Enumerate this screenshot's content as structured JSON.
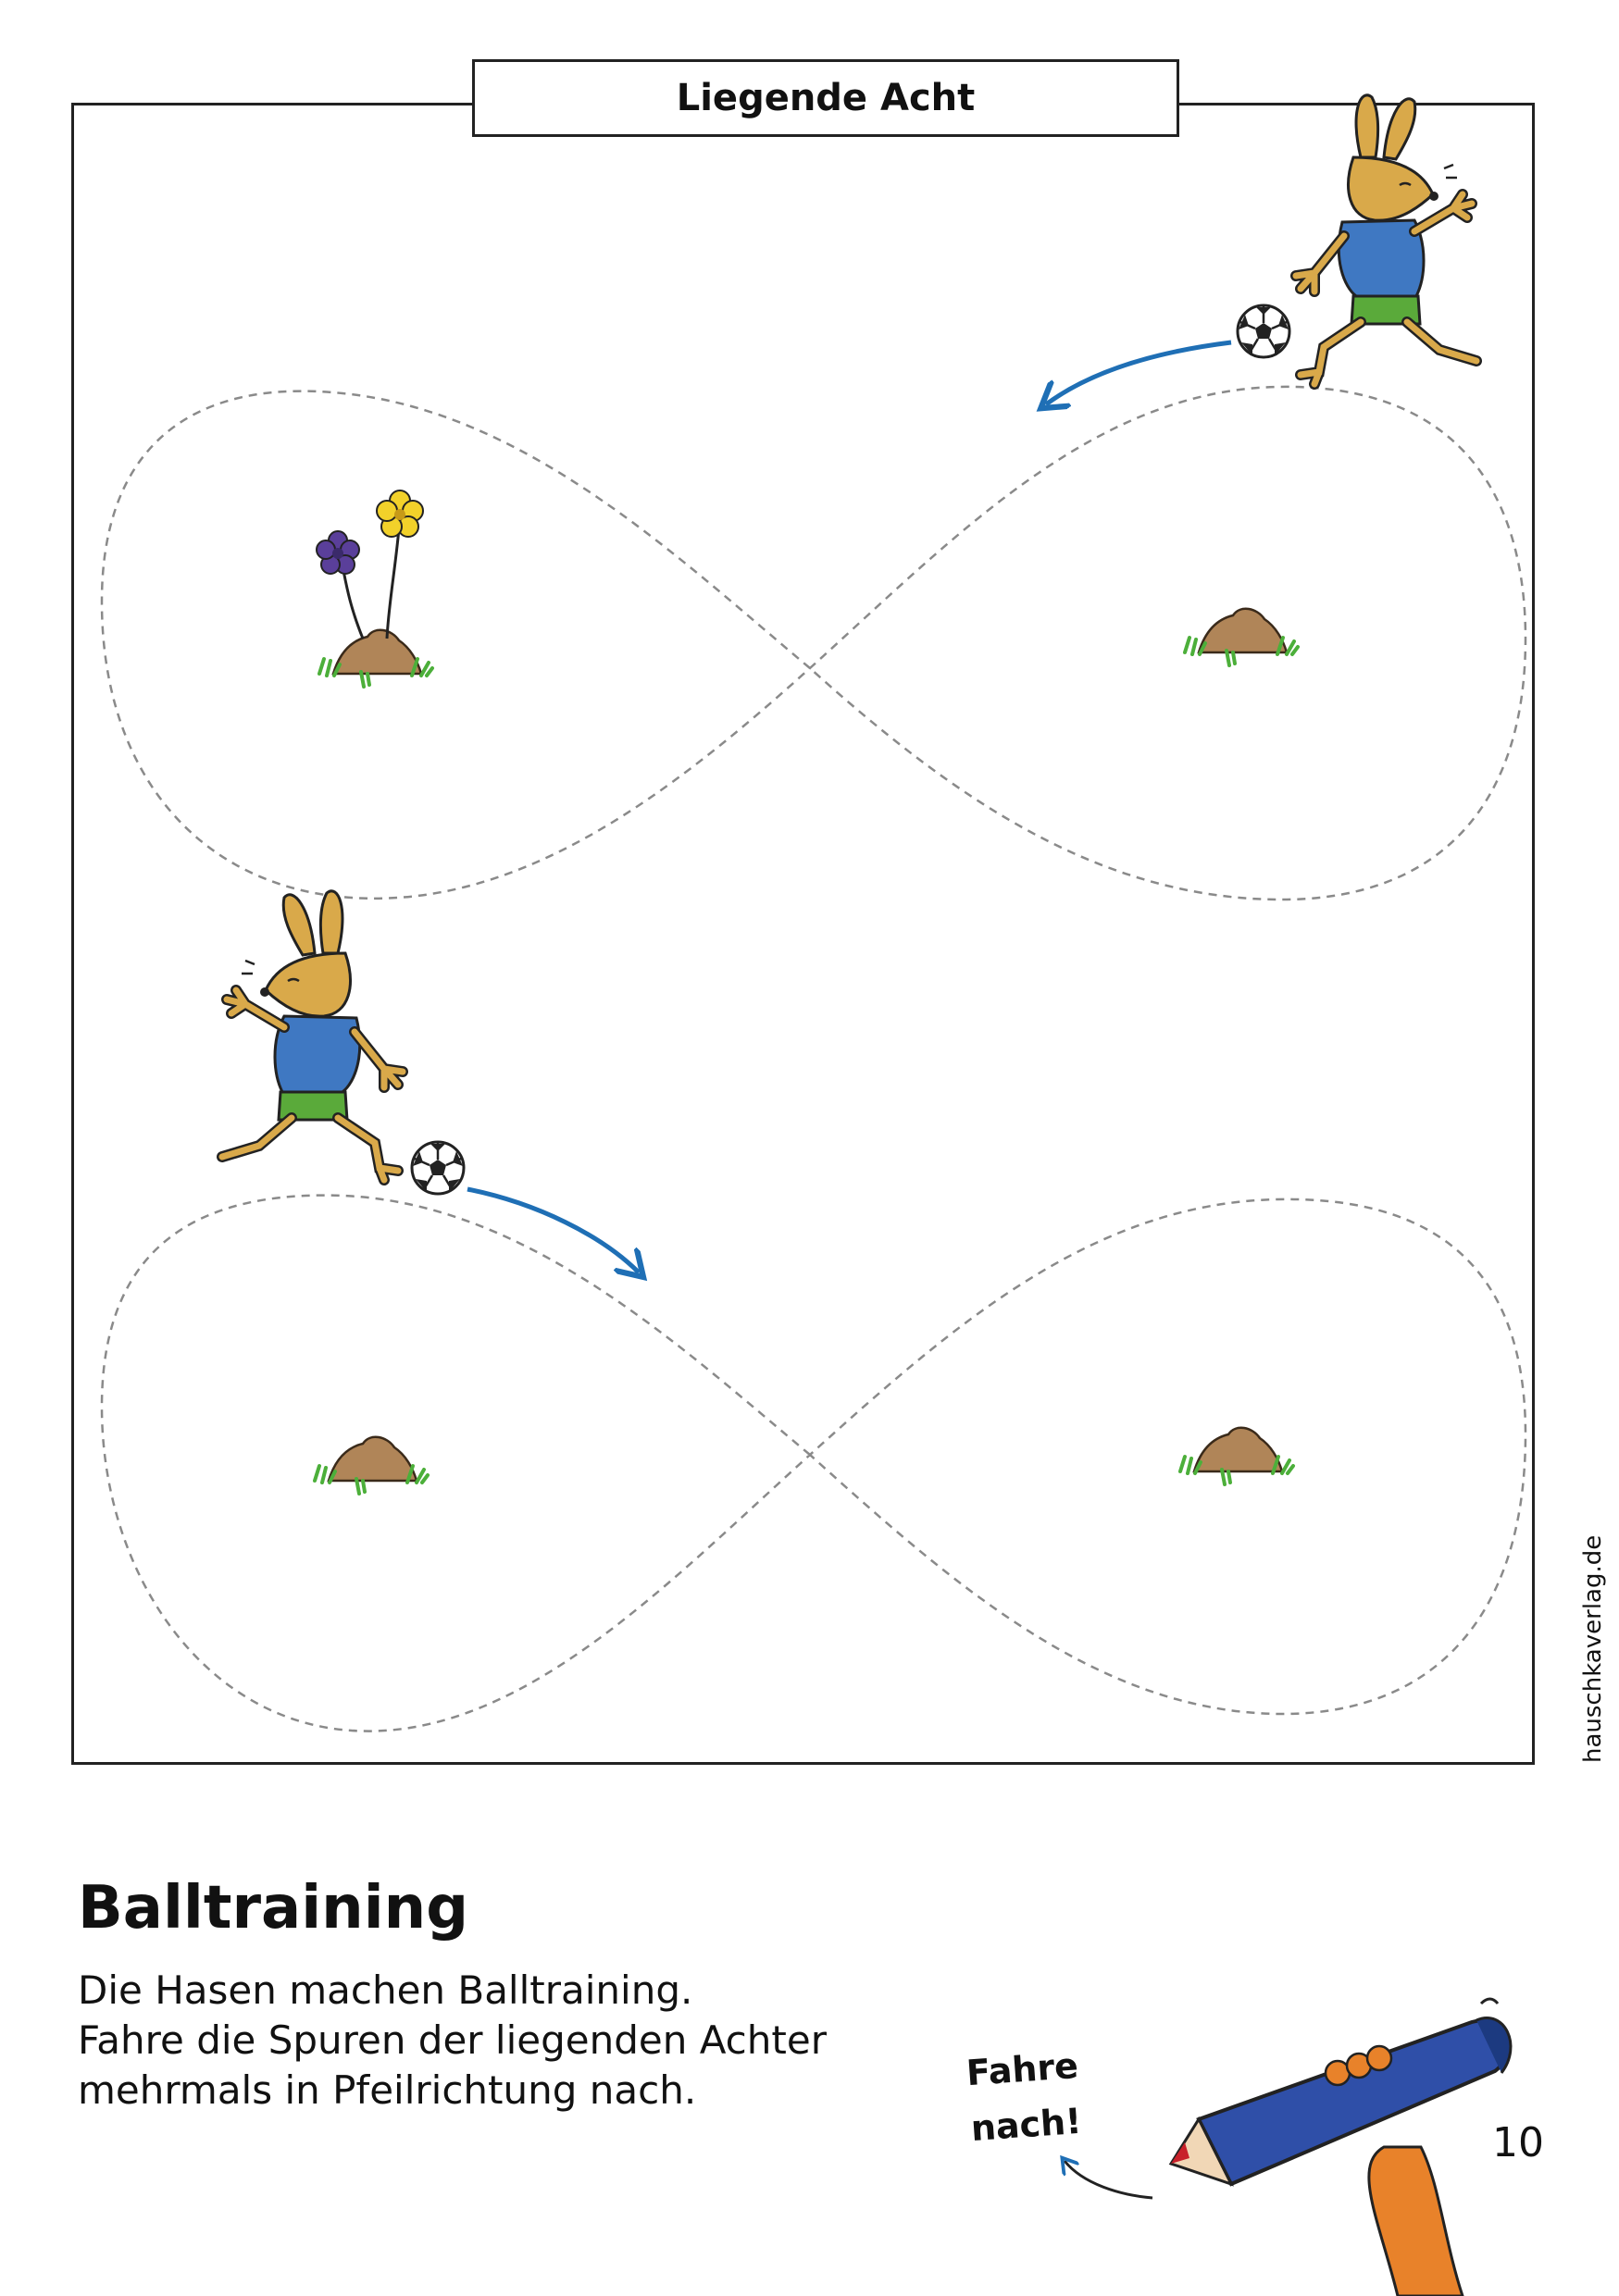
{
  "worksheet": {
    "title": "Liegende Acht",
    "heading": "Balltraining",
    "instructions": [
      "Die Hasen machen Balltraining.",
      "Fahre die Spuren der liegenden Achter",
      "mehrmals in Pfeilrichtung nach."
    ],
    "hint_lines": [
      "Fahre",
      "nach!"
    ],
    "page_number": "10",
    "publisher_credit": "hauschkaverlag.de"
  },
  "colors": {
    "frame": "#222222",
    "trace_line": "#8a8a8a",
    "arrow": "#1f6fb5",
    "rabbit_fur": "#d9a94a",
    "rabbit_shirt": "#3f78c2",
    "rabbit_shorts": "#5aaa3a",
    "molehill": "#b08558",
    "grass": "#4caf3a",
    "pencil_body": "#2f4fa8",
    "pencil_hand": "#e8822a"
  },
  "illustrations": {
    "figure_eights": [
      "figure-eight-top",
      "figure-eight-bottom"
    ],
    "rabbits": [
      "rabbit-top-right",
      "rabbit-bottom-left"
    ],
    "molehills": 4,
    "flowers": 2
  }
}
